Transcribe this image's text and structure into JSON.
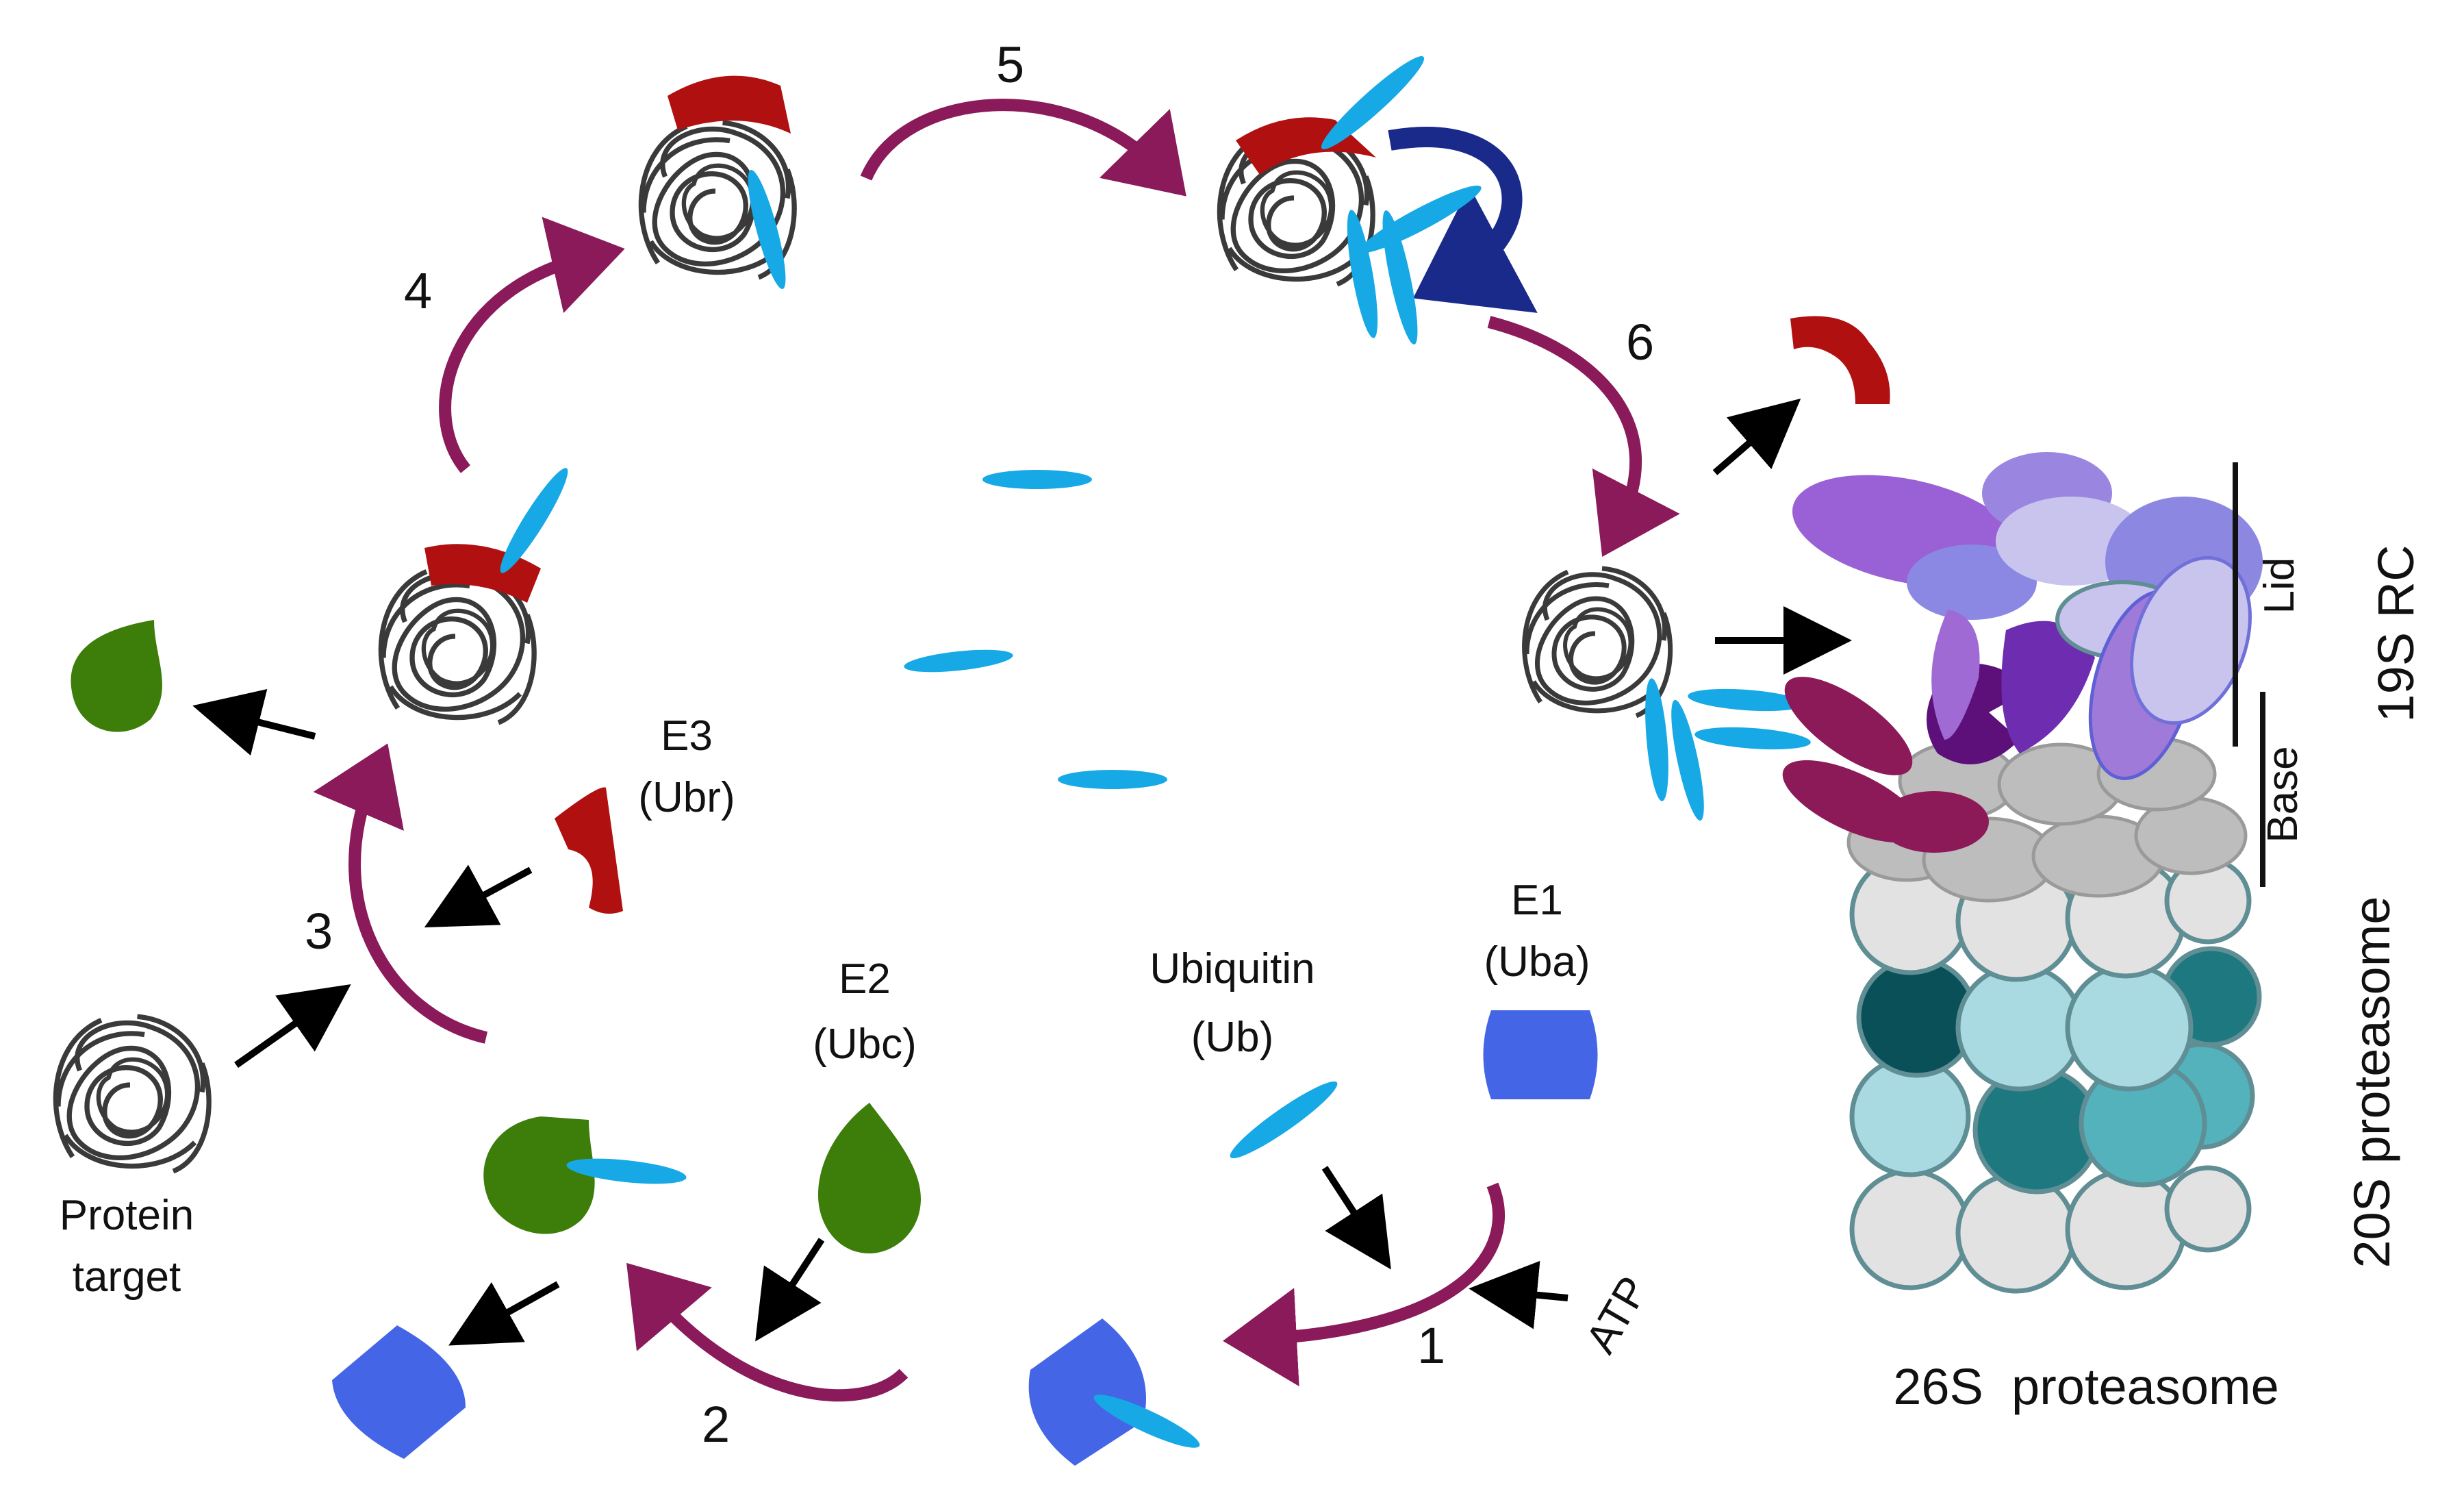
{
  "colors": {
    "ubiquitin": "#16a9e6",
    "e1": "#4466e6",
    "e2": "#3d7d0a",
    "e3": "#b01010",
    "arrow": "#8a1a5a",
    "dark_arrow": "#1a2a8a",
    "protein": "#3a3a3a"
  },
  "labels": {
    "e3_name": "E3",
    "e3_sub": "(Ubr)",
    "e2_name": "E2",
    "e2_sub": "(Ubc)",
    "ub_name": "Ubiquitin",
    "ub_sub": "(Ub)",
    "e1_name": "E1",
    "e1_sub": "(Uba)",
    "atp": "ATP",
    "protein_line1": "Protein",
    "protein_line2": "target",
    "lid": "Lid",
    "base": "Base",
    "rc19s": "19S RC",
    "proteasome20s": "20S proteasome",
    "proteasome26s": "26S  proteasome"
  },
  "steps": [
    "1",
    "2",
    "3",
    "4",
    "5",
    "6"
  ]
}
